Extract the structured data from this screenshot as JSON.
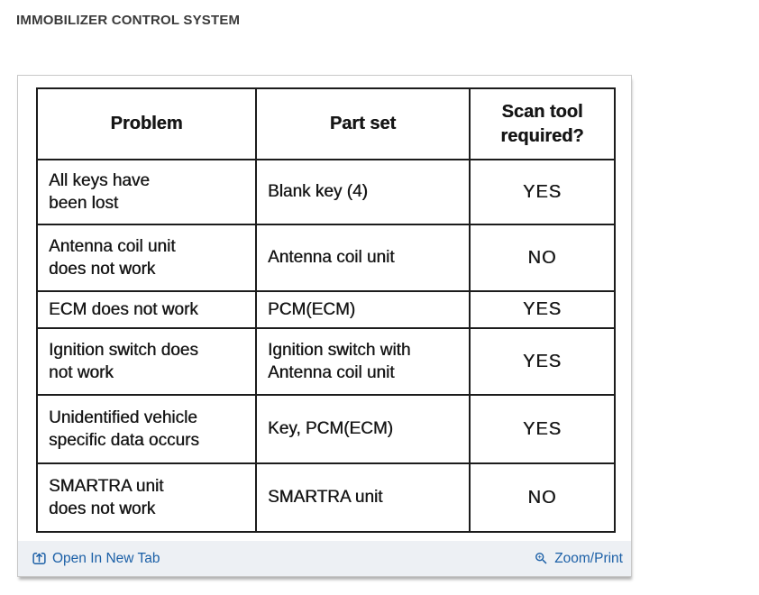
{
  "page": {
    "title": "IMMOBILIZER CONTROL SYSTEM"
  },
  "table": {
    "headers": [
      "Problem",
      "Part set",
      "Scan tool\nrequired?"
    ],
    "rows": [
      [
        "All keys have\nbeen lost",
        "Blank key (4)",
        "YES"
      ],
      [
        "Antenna coil unit\ndoes not work",
        "Antenna coil unit",
        "NO"
      ],
      [
        "ECM does not work",
        "PCM(ECM)",
        "YES"
      ],
      [
        "Ignition switch does\nnot work",
        "Ignition switch with\nAntenna coil unit",
        "YES"
      ],
      [
        "Unidentified vehicle\nspecific data occurs",
        "Key, PCM(ECM)",
        "YES"
      ],
      [
        "SMARTRA unit\ndoes not work",
        "SMARTRA unit",
        "NO"
      ]
    ]
  },
  "footer": {
    "open_in_new_tab": "Open In New Tab",
    "zoom_print": "Zoom/Print"
  },
  "icons": {
    "open_in_new_tab": "box-arrow-up-icon",
    "zoom_print": "magnifier-plus-icon"
  },
  "colors": {
    "link_blue": "#1c60a7",
    "footer_background": "#edf0f4",
    "panel_border": "#c8c8c8",
    "table_ink": "#1c1c1c",
    "title_ink": "#3a3a3a"
  }
}
